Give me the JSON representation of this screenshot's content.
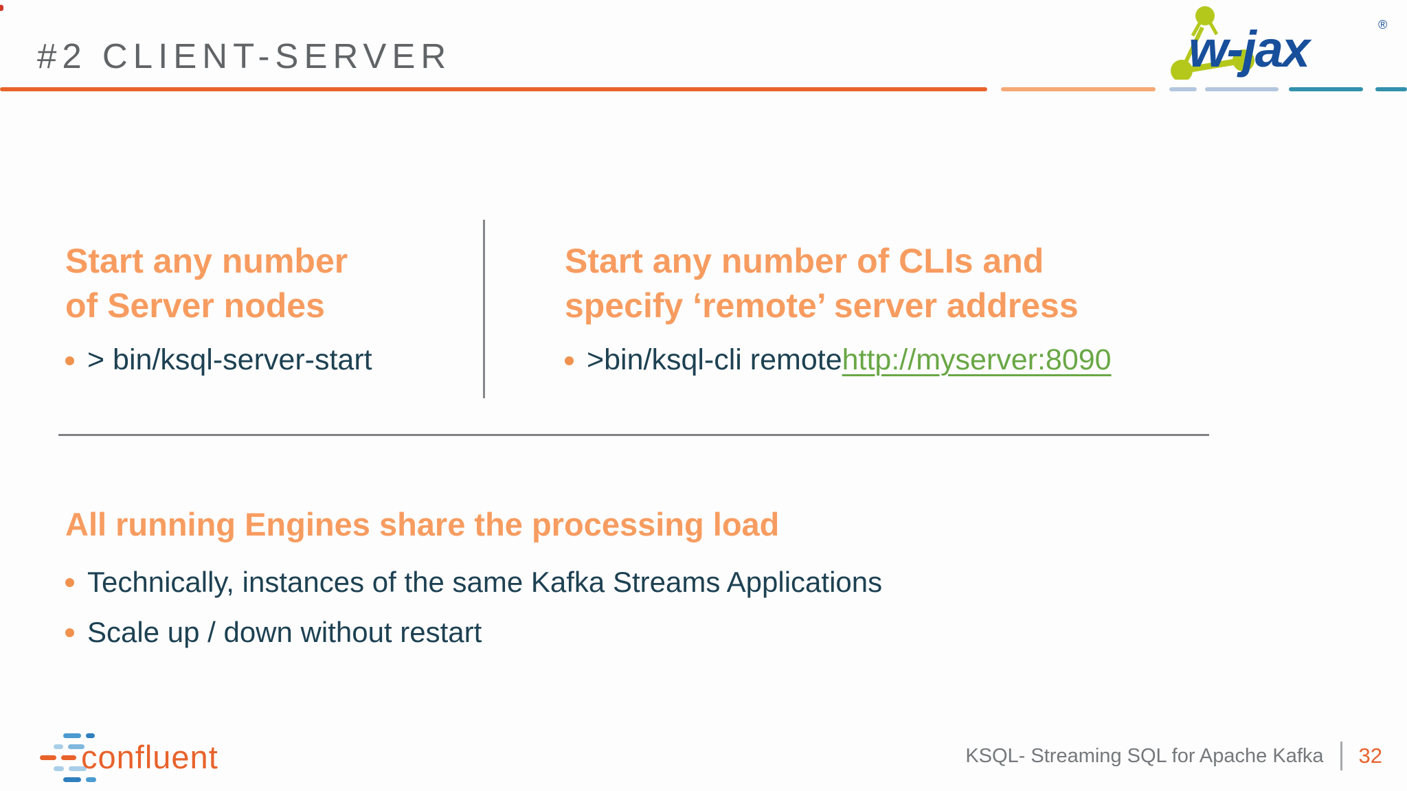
{
  "header": {
    "title": "#2 CLIENT-SERVER",
    "wjax_logo_text": "w-jax",
    "wjax_registered_mark": "®"
  },
  "columns": {
    "left": {
      "heading_line1": "Start any number",
      "heading_line2": "of Server nodes",
      "bullet_text": "> bin/ksql-server-start"
    },
    "right": {
      "heading_line1": "Start any number of CLIs and",
      "heading_line2": "specify ‘remote’ server address",
      "bullet_text": ">bin/ksql-cli remote ",
      "bullet_link": "http://myserver:8090"
    }
  },
  "bottom": {
    "heading": "All running Engines share the processing load",
    "bullets": [
      "Technically, instances of the same Kafka Streams Applications",
      "Scale up / down without restart"
    ]
  },
  "footer": {
    "confluent_logo_text": "confluent",
    "deck_title": "KSQL- Streaming SQL for Apache Kafka",
    "page_number": "32"
  },
  "colors": {
    "accent_orange": "#e8622b",
    "heading_orange": "#f79c60",
    "body_navy": "#1d4152",
    "link_green": "#69a745",
    "title_gray": "#616467",
    "rule_light_orange": "#f6a875",
    "rule_light_blue": "#b3c6df",
    "rule_teal": "#3291ac",
    "wjax_blue": "#174f9b",
    "wjax_green": "#b4c81c",
    "confluent_blue": "#4b9bd0",
    "confluent_light_blue": "#a9cfe8"
  }
}
